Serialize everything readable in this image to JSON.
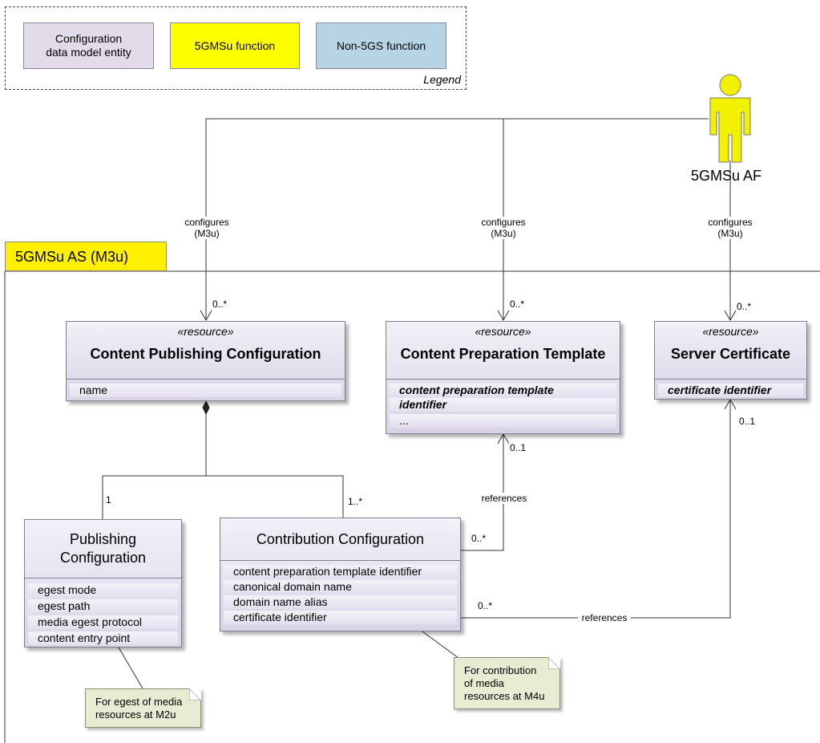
{
  "legend": {
    "caption": "Legend",
    "entity": {
      "label": "Configuration data model entity",
      "color": "#e2dbea"
    },
    "function_5gmsu": {
      "label": "5GMSu function",
      "color": "#ffff00"
    },
    "non_5gs": {
      "label": "Non-5GS function",
      "color": "#b6d4e4"
    }
  },
  "actor": {
    "label": "5GMSu AF",
    "color": "#f2f200"
  },
  "package": {
    "label": "5GMSu AS (M3u)",
    "color": "#fff000"
  },
  "classes": {
    "content_publishing": {
      "stereotype": "«resource»",
      "name": "Content Publishing Configuration",
      "attributes": [
        "name"
      ]
    },
    "content_preparation": {
      "stereotype": "«resource»",
      "name": "Content Preparation Template",
      "attributes": [
        "content preparation template",
        "identifier",
        "..."
      ]
    },
    "server_certificate": {
      "stereotype": "«resource»",
      "name": "Server Certificate",
      "attributes": [
        "certificate identifier"
      ]
    },
    "publishing": {
      "name_line1": "Publishing",
      "name_line2": "Configuration",
      "attributes": [
        "egest mode",
        "egest path",
        "media egest protocol",
        "content entry point"
      ]
    },
    "contribution": {
      "name": "Contribution Configuration",
      "attributes": [
        "content preparation template identifier",
        "canonical domain name",
        "domain name alias",
        "certificate identifier"
      ]
    }
  },
  "associations": {
    "configures_1": {
      "label1": "configures",
      "label2": "(M3u)",
      "mult": "0..*"
    },
    "configures_2": {
      "label1": "configures",
      "label2": "(M3u)",
      "mult": "0..*"
    },
    "configures_3": {
      "label1": "configures",
      "label2": "(M3u)",
      "mult": "0..*"
    },
    "composition_publishing": {
      "mult": "1"
    },
    "composition_contribution": {
      "mult": "1..*"
    },
    "ref_template": {
      "label": "references",
      "mult_source": "0..*",
      "mult_target": "0..1"
    },
    "ref_certificate": {
      "label": "references",
      "mult_source": "0..*",
      "mult_target": "0..1"
    }
  },
  "notes": {
    "egest": {
      "line1": "For egest of media",
      "line2": "resources at M2u"
    },
    "contribution": {
      "line1": "For contribution",
      "line2": "of media",
      "line3": "resources at M4u"
    }
  }
}
